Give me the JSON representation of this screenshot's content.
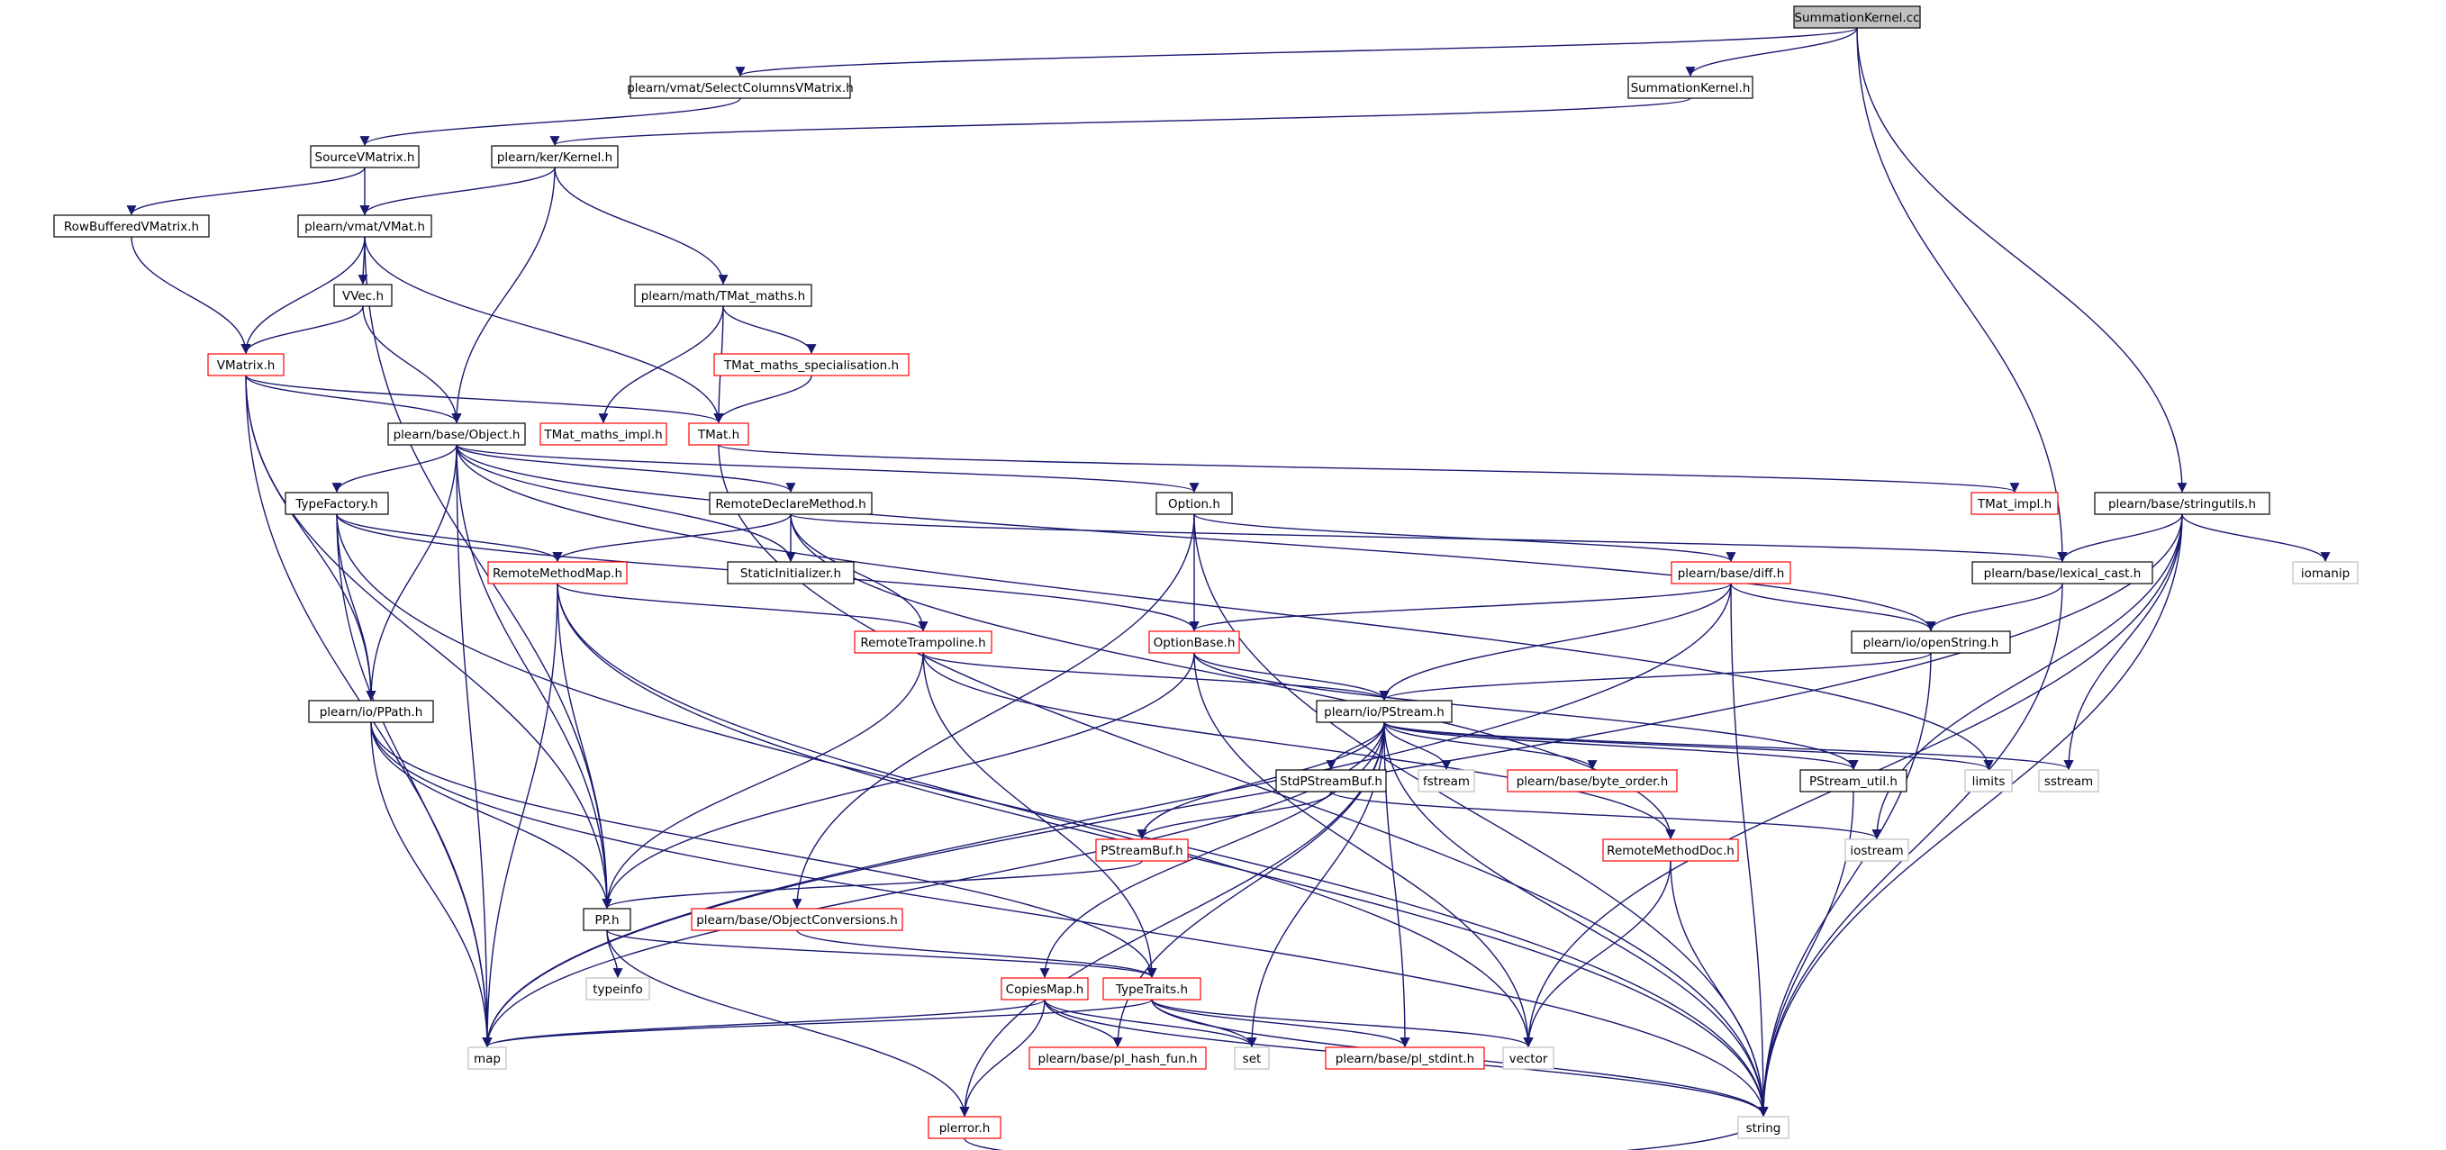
{
  "colors": {
    "edge": "#191970",
    "node_black": "#000000",
    "node_red": "#ff0000",
    "node_gray": "#bfbfbf",
    "root_fill": "#bfbfbf",
    "text": "#000000"
  },
  "nodes": [
    {
      "id": "summationkernel-cc",
      "label": "SummationKernel.cc",
      "style": "root"
    },
    {
      "id": "selectcolumnsvmatrix-h",
      "label": "plearn/vmat/SelectColumnsVMatrix.h",
      "style": "black"
    },
    {
      "id": "summationkernel-h",
      "label": "SummationKernel.h",
      "style": "black"
    },
    {
      "id": "sourcevmatrix-h",
      "label": "SourceVMatrix.h",
      "style": "black"
    },
    {
      "id": "kernel-h",
      "label": "plearn/ker/Kernel.h",
      "style": "black"
    },
    {
      "id": "rowbufferedvmatrix-h",
      "label": "RowBufferedVMatrix.h",
      "style": "black"
    },
    {
      "id": "vmat-h",
      "label": "plearn/vmat/VMat.h",
      "style": "black"
    },
    {
      "id": "vvec-h",
      "label": "VVec.h",
      "style": "black"
    },
    {
      "id": "tmat-maths-h",
      "label": "plearn/math/TMat_maths.h",
      "style": "black"
    },
    {
      "id": "vmatrix-h",
      "label": "VMatrix.h",
      "style": "red"
    },
    {
      "id": "tmat-maths-specialisation-h",
      "label": "TMat_maths_specialisation.h",
      "style": "red"
    },
    {
      "id": "object-h",
      "label": "plearn/base/Object.h",
      "style": "black"
    },
    {
      "id": "tmat-maths-impl-h",
      "label": "TMat_maths_impl.h",
      "style": "red"
    },
    {
      "id": "tmat-h",
      "label": "TMat.h",
      "style": "red"
    },
    {
      "id": "typefactory-h",
      "label": "TypeFactory.h",
      "style": "black"
    },
    {
      "id": "remotedeclaremethod-h",
      "label": "RemoteDeclareMethod.h",
      "style": "black"
    },
    {
      "id": "option-h",
      "label": "Option.h",
      "style": "black"
    },
    {
      "id": "tmat-impl-h",
      "label": "TMat_impl.h",
      "style": "red"
    },
    {
      "id": "stringutils-h",
      "label": "plearn/base/stringutils.h",
      "style": "black"
    },
    {
      "id": "remotemethodmap-h",
      "label": "RemoteMethodMap.h",
      "style": "red"
    },
    {
      "id": "staticinitializer-h",
      "label": "StaticInitializer.h",
      "style": "black"
    },
    {
      "id": "diff-h",
      "label": "plearn/base/diff.h",
      "style": "red"
    },
    {
      "id": "lexical-cast-h",
      "label": "plearn/base/lexical_cast.h",
      "style": "black"
    },
    {
      "id": "iomanip",
      "label": "iomanip",
      "style": "gray"
    },
    {
      "id": "remotetrampoline-h",
      "label": "RemoteTrampoline.h",
      "style": "red"
    },
    {
      "id": "optionbase-h",
      "label": "OptionBase.h",
      "style": "red"
    },
    {
      "id": "openstring-h",
      "label": "plearn/io/openString.h",
      "style": "black"
    },
    {
      "id": "ppath-h",
      "label": "plearn/io/PPath.h",
      "style": "black"
    },
    {
      "id": "pstream-h",
      "label": "plearn/io/PStream.h",
      "style": "black"
    },
    {
      "id": "stdpstreambuf-h",
      "label": "StdPStreamBuf.h",
      "style": "black"
    },
    {
      "id": "fstream",
      "label": "fstream",
      "style": "gray"
    },
    {
      "id": "byte-order-h",
      "label": "plearn/base/byte_order.h",
      "style": "red"
    },
    {
      "id": "pstream-util-h",
      "label": "PStream_util.h",
      "style": "black"
    },
    {
      "id": "limits",
      "label": "limits",
      "style": "gray"
    },
    {
      "id": "sstream",
      "label": "sstream",
      "style": "gray"
    },
    {
      "id": "pstreambuf-h",
      "label": "PStreamBuf.h",
      "style": "red"
    },
    {
      "id": "remotemethoddoc-h",
      "label": "RemoteMethodDoc.h",
      "style": "red"
    },
    {
      "id": "iostream",
      "label": "iostream",
      "style": "gray"
    },
    {
      "id": "pp-h",
      "label": "PP.h",
      "style": "black"
    },
    {
      "id": "objectconversions-h",
      "label": "plearn/base/ObjectConversions.h",
      "style": "red"
    },
    {
      "id": "typeinfo",
      "label": "typeinfo",
      "style": "gray"
    },
    {
      "id": "copiesmap-h",
      "label": "CopiesMap.h",
      "style": "red"
    },
    {
      "id": "typetraits-h",
      "label": "TypeTraits.h",
      "style": "red"
    },
    {
      "id": "map",
      "label": "map",
      "style": "gray"
    },
    {
      "id": "pl-hash-fun-h",
      "label": "plearn/base/pl_hash_fun.h",
      "style": "red"
    },
    {
      "id": "set",
      "label": "set",
      "style": "gray"
    },
    {
      "id": "pl-stdint-h",
      "label": "plearn/base/pl_stdint.h",
      "style": "red"
    },
    {
      "id": "vector",
      "label": "vector",
      "style": "gray"
    },
    {
      "id": "plerror-h",
      "label": "plerror.h",
      "style": "red"
    },
    {
      "id": "string",
      "label": "string",
      "style": "gray"
    }
  ],
  "edges": [
    [
      "summationkernel-cc",
      "selectcolumnsvmatrix-h"
    ],
    [
      "summationkernel-cc",
      "summationkernel-h"
    ],
    [
      "summationkernel-cc",
      "stringutils-h"
    ],
    [
      "summationkernel-cc",
      "lexical-cast-h"
    ],
    [
      "selectcolumnsvmatrix-h",
      "sourcevmatrix-h"
    ],
    [
      "summationkernel-h",
      "kernel-h"
    ],
    [
      "sourcevmatrix-h",
      "rowbufferedvmatrix-h"
    ],
    [
      "sourcevmatrix-h",
      "vmat-h"
    ],
    [
      "kernel-h",
      "vmat-h"
    ],
    [
      "kernel-h",
      "object-h"
    ],
    [
      "kernel-h",
      "tmat-maths-h"
    ],
    [
      "rowbufferedvmatrix-h",
      "vmatrix-h"
    ],
    [
      "vmat-h",
      "vmatrix-h"
    ],
    [
      "vmat-h",
      "vvec-h"
    ],
    [
      "vmat-h",
      "tmat-h"
    ],
    [
      "vmat-h",
      "pp-h"
    ],
    [
      "vvec-h",
      "vmatrix-h"
    ],
    [
      "vvec-h",
      "object-h"
    ],
    [
      "tmat-maths-h",
      "tmat-maths-specialisation-h"
    ],
    [
      "tmat-maths-h",
      "tmat-maths-impl-h"
    ],
    [
      "tmat-maths-h",
      "tmat-h"
    ],
    [
      "tmat-maths-specialisation-h",
      "tmat-h"
    ],
    [
      "vmatrix-h",
      "object-h"
    ],
    [
      "vmatrix-h",
      "tmat-h"
    ],
    [
      "vmatrix-h",
      "ppath-h"
    ],
    [
      "vmatrix-h",
      "pp-h"
    ],
    [
      "vmatrix-h",
      "map"
    ],
    [
      "tmat-h",
      "tmat-impl-h"
    ],
    [
      "tmat-h",
      "string"
    ],
    [
      "object-h",
      "typefactory-h"
    ],
    [
      "object-h",
      "remotedeclaremethod-h"
    ],
    [
      "object-h",
      "option-h"
    ],
    [
      "object-h",
      "staticinitializer-h"
    ],
    [
      "object-h",
      "ppath-h"
    ],
    [
      "object-h",
      "pp-h"
    ],
    [
      "object-h",
      "openstring-h"
    ],
    [
      "object-h",
      "limits"
    ],
    [
      "object-h",
      "map"
    ],
    [
      "typefactory-h",
      "remotemethodmap-h"
    ],
    [
      "typefactory-h",
      "ppath-h"
    ],
    [
      "typefactory-h",
      "optionbase-h"
    ],
    [
      "typefactory-h",
      "map"
    ],
    [
      "typefactory-h",
      "string"
    ],
    [
      "remotedeclaremethod-h",
      "remotemethodmap-h"
    ],
    [
      "remotedeclaremethod-h",
      "staticinitializer-h"
    ],
    [
      "remotedeclaremethod-h",
      "remotetrampoline-h"
    ],
    [
      "remotedeclaremethod-h",
      "remotemethoddoc-h"
    ],
    [
      "remotedeclaremethod-h",
      "lexical-cast-h"
    ],
    [
      "option-h",
      "optionbase-h"
    ],
    [
      "option-h",
      "diff-h"
    ],
    [
      "option-h",
      "objectconversions-h"
    ],
    [
      "option-h",
      "string"
    ],
    [
      "stringutils-h",
      "lexical-cast-h"
    ],
    [
      "stringutils-h",
      "iomanip"
    ],
    [
      "stringutils-h",
      "sstream"
    ],
    [
      "stringutils-h",
      "iostream"
    ],
    [
      "stringutils-h",
      "vector"
    ],
    [
      "stringutils-h",
      "string"
    ],
    [
      "stringutils-h",
      "map"
    ],
    [
      "remotemethodmap-h",
      "remotetrampoline-h"
    ],
    [
      "remotemethodmap-h",
      "pp-h"
    ],
    [
      "remotemethodmap-h",
      "map"
    ],
    [
      "remotemethodmap-h",
      "string"
    ],
    [
      "remotemethodmap-h",
      "vector"
    ],
    [
      "diff-h",
      "optionbase-h"
    ],
    [
      "diff-h",
      "openstring-h"
    ],
    [
      "diff-h",
      "pstream-h"
    ],
    [
      "diff-h",
      "map"
    ],
    [
      "diff-h",
      "string"
    ],
    [
      "lexical-cast-h",
      "openstring-h"
    ],
    [
      "lexical-cast-h",
      "string"
    ],
    [
      "remotetrampoline-h",
      "pstream-h"
    ],
    [
      "remotetrampoline-h",
      "pp-h"
    ],
    [
      "remotetrampoline-h",
      "typetraits-h"
    ],
    [
      "remotetrampoline-h",
      "remotemethoddoc-h"
    ],
    [
      "optionbase-h",
      "pstream-h"
    ],
    [
      "optionbase-h",
      "pstream-util-h"
    ],
    [
      "optionbase-h",
      "pp-h"
    ],
    [
      "optionbase-h",
      "vector"
    ],
    [
      "openstring-h",
      "pstream-h"
    ],
    [
      "openstring-h",
      "string"
    ],
    [
      "ppath-h",
      "pp-h"
    ],
    [
      "ppath-h",
      "map"
    ],
    [
      "ppath-h",
      "string"
    ],
    [
      "ppath-h",
      "typetraits-h"
    ],
    [
      "pstream-h",
      "stdpstreambuf-h"
    ],
    [
      "pstream-h",
      "fstream"
    ],
    [
      "pstream-h",
      "byte-order-h"
    ],
    [
      "pstream-h",
      "pstream-util-h"
    ],
    [
      "pstream-h",
      "limits"
    ],
    [
      "pstream-h",
      "sstream"
    ],
    [
      "pstream-h",
      "pstreambuf-h"
    ],
    [
      "pstream-h",
      "copiesmap-h"
    ],
    [
      "pstream-h",
      "map"
    ],
    [
      "pstream-h",
      "set"
    ],
    [
      "pstream-h",
      "string"
    ],
    [
      "pstream-h",
      "pl-hash-fun-h"
    ],
    [
      "pstream-h",
      "pl-stdint-h"
    ],
    [
      "pstream-h",
      "plerror-h"
    ],
    [
      "stdpstreambuf-h",
      "pstreambuf-h"
    ],
    [
      "stdpstreambuf-h",
      "iostream"
    ],
    [
      "pstream-util-h",
      "string"
    ],
    [
      "pstreambuf-h",
      "pp-h"
    ],
    [
      "remotemethoddoc-h",
      "vector"
    ],
    [
      "remotemethoddoc-h",
      "string"
    ],
    [
      "pp-h",
      "typeinfo"
    ],
    [
      "pp-h",
      "typetraits-h"
    ],
    [
      "pp-h",
      "plerror-h"
    ],
    [
      "objectconversions-h",
      "typetraits-h"
    ],
    [
      "copiesmap-h",
      "map"
    ],
    [
      "copiesmap-h",
      "plerror-h"
    ],
    [
      "copiesmap-h",
      "pl-hash-fun-h"
    ],
    [
      "copiesmap-h",
      "set"
    ],
    [
      "copiesmap-h",
      "string"
    ],
    [
      "typetraits-h",
      "map"
    ],
    [
      "typetraits-h",
      "set"
    ],
    [
      "typetraits-h",
      "vector"
    ],
    [
      "typetraits-h",
      "string"
    ],
    [
      "typetraits-h",
      "pl-stdint-h"
    ],
    [
      "plerror-h",
      "string"
    ]
  ]
}
